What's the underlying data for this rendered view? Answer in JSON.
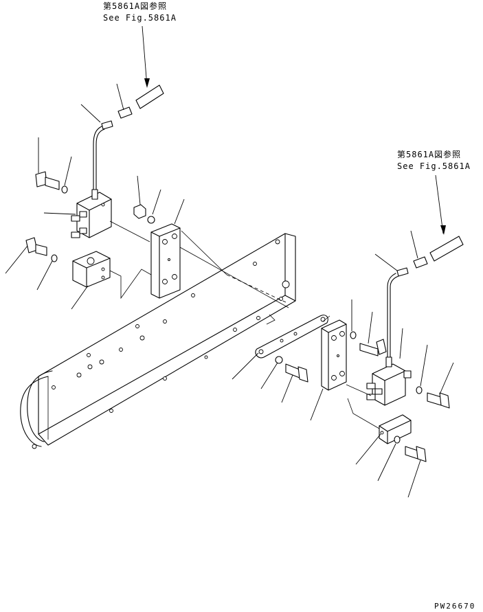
{
  "references": [
    {
      "jp": "第5861A図参照",
      "en": "See Fig.5861A"
    },
    {
      "jp": "第5861A図参照",
      "en": "See Fig.5861A"
    }
  ],
  "drawing_code": "PW26670"
}
